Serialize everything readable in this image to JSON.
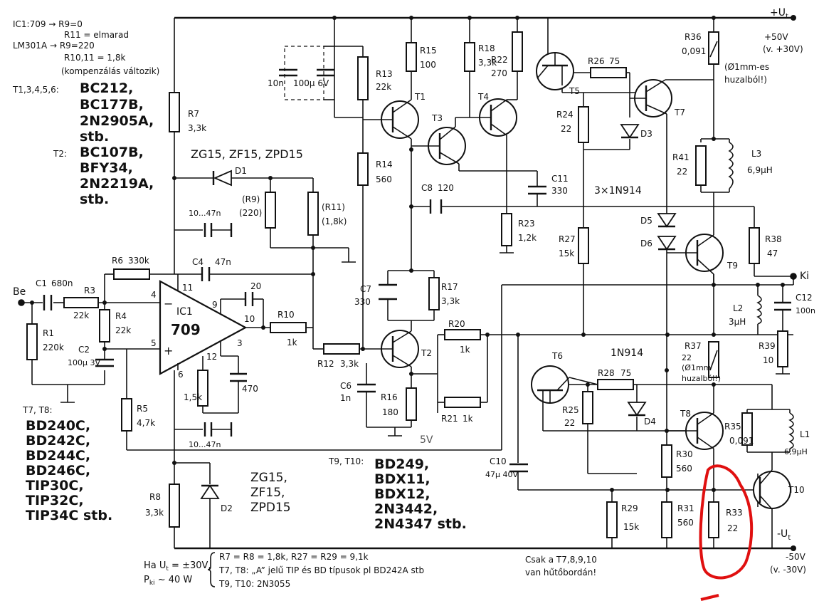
{
  "notes": {
    "ic_notes": [
      "IC1:709 → R9=0",
      "R11 = elmarad",
      "LM301A → R9=220",
      "R10,11 = 1,8k",
      "(kompenzálás változik)"
    ],
    "t_small_label": "T1,3,4,5,6:",
    "t_small_types": [
      "BC212,",
      "BC177B,",
      "2N2905A,",
      "stb."
    ],
    "t2_label": "T2:",
    "t2_types": [
      "BC107B,",
      "BFY34,",
      "2N2219A,",
      "stb."
    ],
    "t78_label": "T7, T8:",
    "t78_types": [
      "BD240C,",
      "BD242C,",
      "BD244C,",
      "BD246C,",
      "TIP30C,",
      "TIP32C,",
      "TIP34C stb."
    ],
    "t910_label": "T9, T10:",
    "t910_types": [
      "BD249,",
      "BDX11,",
      "BDX12,",
      "2N3442,",
      "2N4347 stb."
    ],
    "zener_top": "ZG15, ZF15, ZPD15",
    "zener_bottom": [
      "ZG15,",
      "ZF15,",
      "ZPD15"
    ],
    "diodes_3": "3×1N914",
    "diode_1n914": "1N914",
    "heatsink": [
      "Csak a T7,8,9,10",
      "van hűtőbordán!"
    ],
    "supply_pos": [
      "+50V",
      "(v. +30V)"
    ],
    "supply_neg": [
      "-50V",
      "(v. -30V)"
    ],
    "wire_note": [
      "(Ø1mm-es",
      "huzalból!)"
    ],
    "wire_note2": [
      "(Ø1mm",
      "huzalból!)"
    ],
    "footer_cond": [
      "Ha U",
      "t",
      " = ±30V,",
      "P",
      "ki",
      " ~ 40 W"
    ],
    "footer_lines": [
      "R7 = R8 = 1,8k,  R27 = R29 = 9,1k",
      "T7, T8: „A” jelű TIP és BD típusok  pl  BD242A stb",
      "T9, T10:  2N3055"
    ],
    "handwritten_5v": "5V"
  },
  "terminals": {
    "in": "Be",
    "out": "Ki",
    "ut_pos": "+U",
    "ut_neg": "-U",
    "sub": "t"
  },
  "ic": {
    "name": "IC1",
    "type": "709",
    "pins": [
      "11",
      "9",
      "10",
      "4",
      "5",
      "3",
      "12",
      "6"
    ]
  },
  "resistors": [
    {
      "id": "R1",
      "value": "220k"
    },
    {
      "id": "R3",
      "value": "22k"
    },
    {
      "id": "R4",
      "value": "22k"
    },
    {
      "id": "R5",
      "value": "4,7k"
    },
    {
      "id": "R6",
      "value": "330k"
    },
    {
      "id": "R7",
      "value": "3,3k"
    },
    {
      "id": "R8",
      "value": "3,3k"
    },
    {
      "id": "(R9)",
      "value": "(220)"
    },
    {
      "id": "R10",
      "value": "1k"
    },
    {
      "id": "(R11)",
      "value": "(1,8k)"
    },
    {
      "id": "R12",
      "value": "3,3k"
    },
    {
      "id": "R13",
      "value": "22k"
    },
    {
      "id": "R14",
      "value": "560"
    },
    {
      "id": "R15",
      "value": "100"
    },
    {
      "id": "R16",
      "value": "180"
    },
    {
      "id": "R17",
      "value": "3,3k"
    },
    {
      "id": "R18",
      "value": "3,3k"
    },
    {
      "id": "R20",
      "value": "1k"
    },
    {
      "id": "R21",
      "value": "1k"
    },
    {
      "id": "R22",
      "value": "270"
    },
    {
      "id": "R23",
      "value": "1,2k"
    },
    {
      "id": "R24",
      "value": "22"
    },
    {
      "id": "R25",
      "value": "22"
    },
    {
      "id": "R26",
      "value": "75"
    },
    {
      "id": "R27",
      "value": "15k"
    },
    {
      "id": "R28",
      "value": "75"
    },
    {
      "id": "R29",
      "value": "15k"
    },
    {
      "id": "R30",
      "value": "560"
    },
    {
      "id": "R31",
      "value": "560"
    },
    {
      "id": "R33",
      "value": "22"
    },
    {
      "id": "R35",
      "value": "0,091"
    },
    {
      "id": "R36",
      "value": "0,091"
    },
    {
      "id": "R37",
      "value": "22"
    },
    {
      "id": "R38",
      "value": "47"
    },
    {
      "id": "R39",
      "value": "10"
    },
    {
      "id": "R41",
      "value": "22"
    }
  ],
  "capacitors": [
    {
      "id": "C1",
      "value": "680n"
    },
    {
      "id": "C2",
      "value": "100μ 3V"
    },
    {
      "id": "C4",
      "value": "47n"
    },
    {
      "id": "C6",
      "value": "1n"
    },
    {
      "id": "C7",
      "value": "330"
    },
    {
      "id": "C8",
      "value": "120"
    },
    {
      "id": "C10",
      "value": "47μ 40V"
    },
    {
      "id": "C11",
      "value": "330"
    },
    {
      "id": "C12",
      "value": "100n"
    },
    {
      "id": "C_comp",
      "value": "20"
    },
    {
      "id": "C_470",
      "value": "470"
    },
    {
      "id": "C_1047a",
      "value": "10...47n"
    },
    {
      "id": "C_1047b",
      "value": "10...47n"
    },
    {
      "id": "C_10n",
      "value": "10n"
    },
    {
      "id": "C_100u6",
      "value": "100μ 6V"
    }
  ],
  "misc_values": {
    "r_1k5": "1,5k"
  },
  "transistors": [
    "T1",
    "T2",
    "T3",
    "T4",
    "T5",
    "T6",
    "T7",
    "T8",
    "T9",
    "T10"
  ],
  "diodes": [
    "D1",
    "D2",
    "D3",
    "D4",
    "D5",
    "D6"
  ],
  "inductors": [
    {
      "id": "L1",
      "value": "6,9μH"
    },
    {
      "id": "L2",
      "value": "3μH"
    },
    {
      "id": "L3",
      "value": "6,9μH"
    }
  ],
  "highlight_color": "#e01010",
  "ink_color": "#111111"
}
